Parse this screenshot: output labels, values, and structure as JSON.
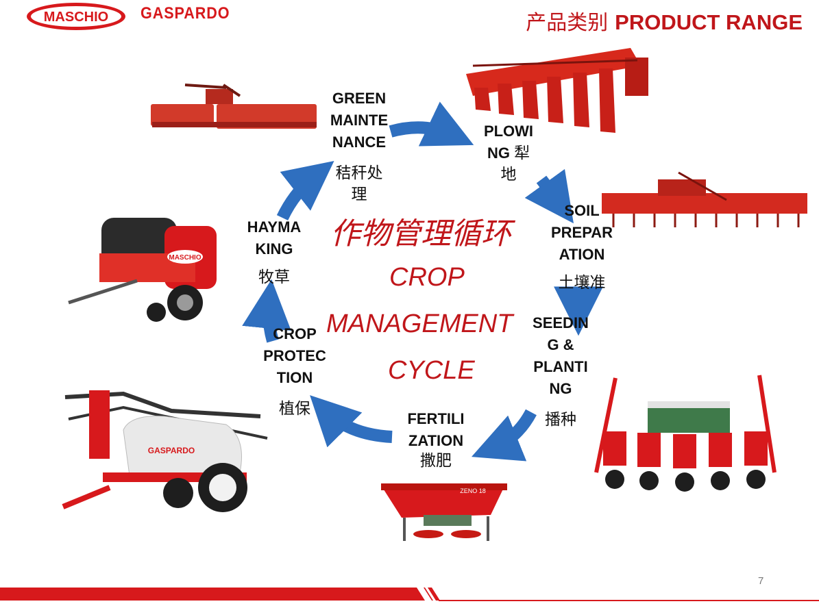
{
  "header": {
    "brand_maschio": "MASCHIO",
    "brand_gaspardo": "GASPARDO",
    "title_cn": "产品类别",
    "title_en": "PRODUCT RANGE"
  },
  "cycle": {
    "title_cn": "作物管理循环",
    "title_en_line1": "CROP",
    "title_en_line2": "MANAGEMENT",
    "title_en_line3": "CYCLE",
    "stages": {
      "green_maintenance": {
        "en": "GREEN\nMAINTE\nNANCE",
        "cn": "秸秆处\n理"
      },
      "plowing": {
        "en": "PLOWI\nNG",
        "cn_inline": "犁",
        "cn": "地"
      },
      "soil_preparation": {
        "en": "SOIL\nPREPAR\nATION",
        "cn": "土壤准"
      },
      "seeding": {
        "en": "SEEDIN\nG &\nPLANTI\nNG",
        "cn": "播种"
      },
      "fertilization": {
        "en": "FERTILI\nZATION",
        "cn": "撒肥"
      },
      "crop_protection": {
        "en": "CROP\nPROTEC\nTION",
        "cn": "植保"
      },
      "haymaking": {
        "en": "HAYMA\nKING",
        "cn": "牧草"
      }
    }
  },
  "machines": {
    "baler_brand": "MASCHIO",
    "sprayer_brand": "GASPARDO",
    "spreader_model": "ZENO 18"
  },
  "footer": {
    "page_number": "7"
  },
  "colors": {
    "brand_red": "#d7191c",
    "title_red": "#c0161a",
    "arrow_blue": "#2f6fbf"
  }
}
